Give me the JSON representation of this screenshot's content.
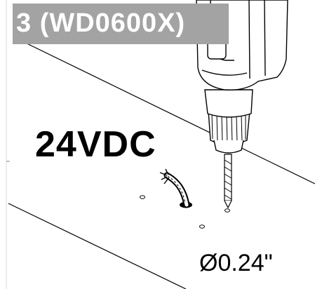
{
  "step": {
    "label": "3 (WD0600X)",
    "badge_color": "#a3a3a3"
  },
  "voltage": {
    "label": "24VDC"
  },
  "drill_bit": {
    "size_label": "Ø0.24\""
  },
  "icons": [
    "drill-icon",
    "drill-bit-icon",
    "cable-icon",
    "screw-hole-icon"
  ]
}
